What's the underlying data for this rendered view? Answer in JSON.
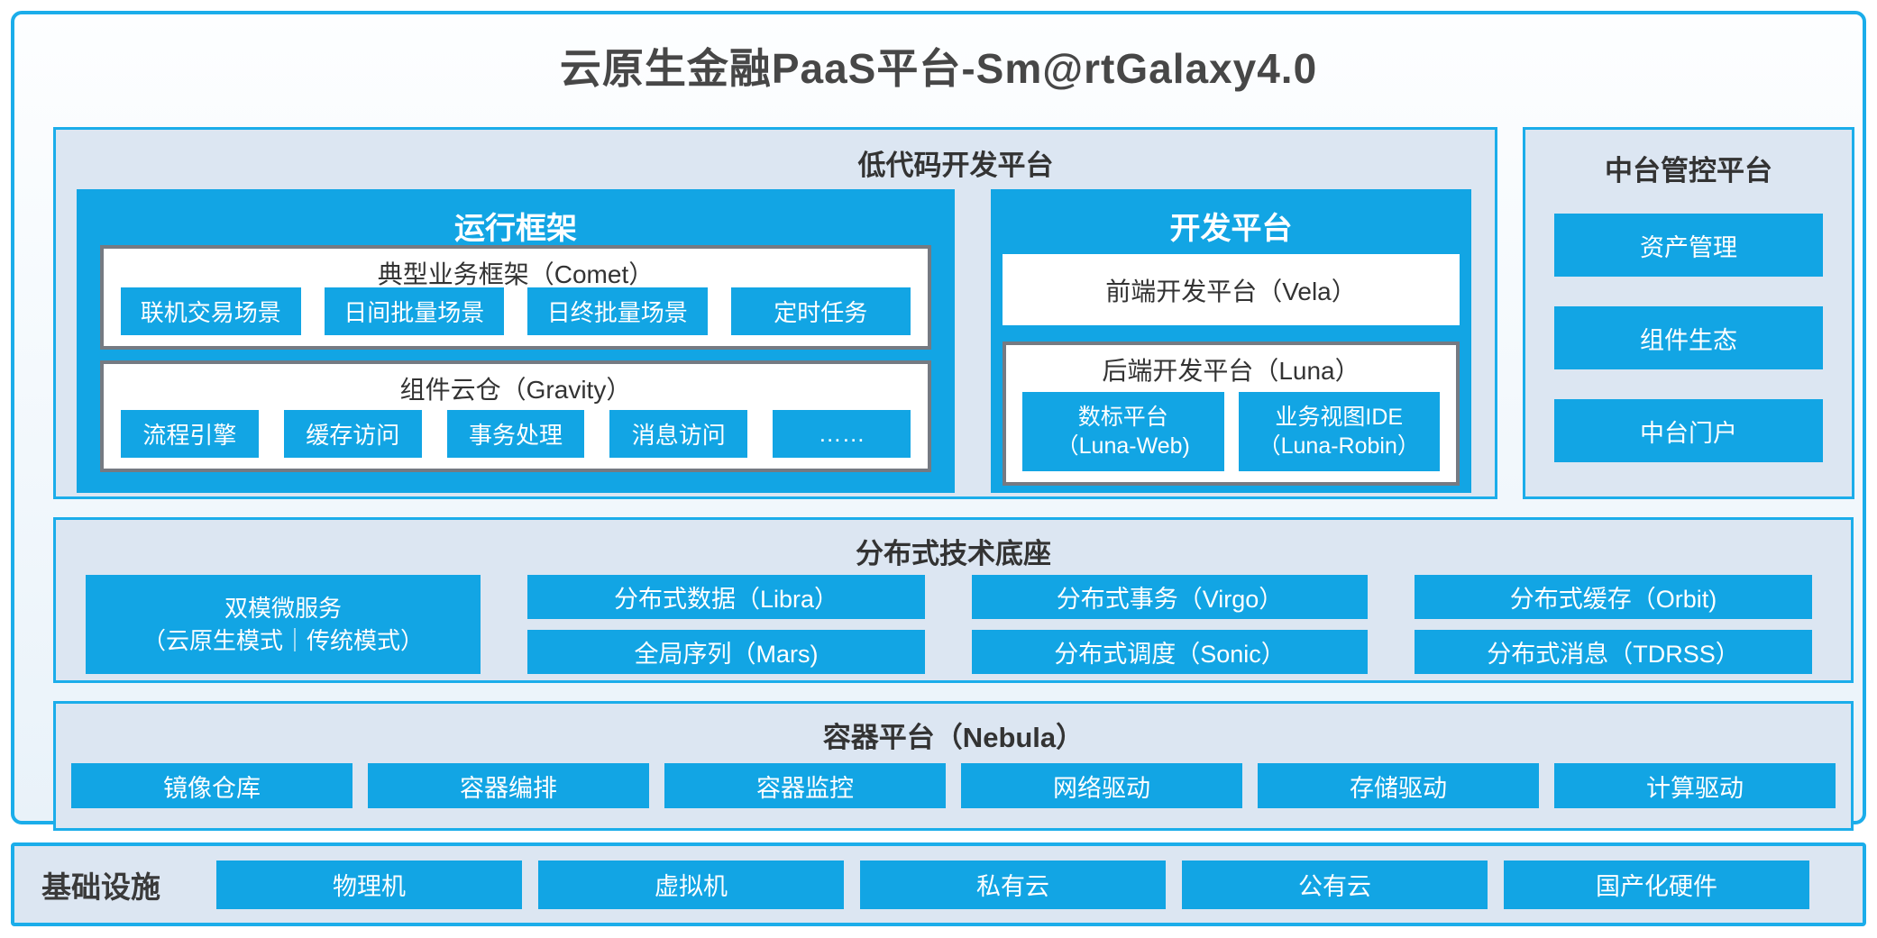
{
  "main_title": "云原生金融PaaS平台-Sm@rtGalaxy4.0",
  "colors": {
    "accent_blue": "#12a5e4",
    "border_cyan": "#1badea",
    "panel_bg": "#dce6f2",
    "box_border_gray": "#757a82"
  },
  "lowcode": {
    "title": "低代码开发平台",
    "run_frame": {
      "title": "运行框架",
      "comet": {
        "title": "典型业务框架（Comet）",
        "chips": [
          "联机交易场景",
          "日间批量场景",
          "日终批量场景",
          "定时任务"
        ]
      },
      "gravity": {
        "title": "组件云仓（Gravity）",
        "chips": [
          "流程引擎",
          "缓存访问",
          "事务处理",
          "消息访问",
          "……"
        ]
      }
    },
    "dev_platform": {
      "title": "开发平台",
      "vela_label": "前端开发平台（Vela）",
      "luna": {
        "title": "后端开发平台（Luna）",
        "chips": [
          {
            "line1": "数标平台",
            "line2": "（Luna-Web)"
          },
          {
            "line1": "业务视图IDE",
            "line2": "（Luna-Robin）"
          }
        ]
      }
    }
  },
  "mid_platform": {
    "title": "中台管控平台",
    "chips": [
      "资产管理",
      "组件生态",
      "中台门户"
    ]
  },
  "distributed": {
    "title": "分布式技术底座",
    "dual_mode": {
      "line1": "双模微服务",
      "line2": "（云原生模式｜传统模式）"
    },
    "chips": [
      {
        "top": "分布式数据（Libra）",
        "bottom": "全局序列（Mars)"
      },
      {
        "top": "分布式事务（Virgo）",
        "bottom": "分布式调度（Sonic）"
      },
      {
        "top": "分布式缓存（Orbit)",
        "bottom": "分布式消息（TDRSS）"
      }
    ]
  },
  "container_platform": {
    "title": "容器平台（Nebula）",
    "chips": [
      "镜像仓库",
      "容器编排",
      "容器监控",
      "网络驱动",
      "存储驱动",
      "计算驱动"
    ]
  },
  "infrastructure": {
    "label": "基础设施",
    "chips": [
      "物理机",
      "虚拟机",
      "私有云",
      "公有云",
      "国产化硬件"
    ]
  }
}
